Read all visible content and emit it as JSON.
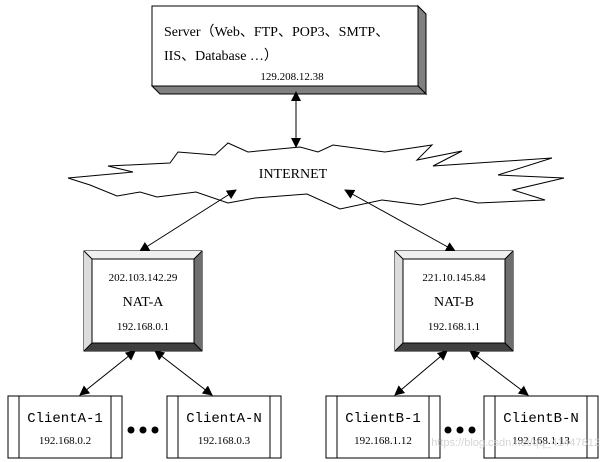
{
  "server": {
    "title_line1": "Server（Web、FTP、POP3、SMTP、",
    "title_line2": "IIS、Database …）",
    "ip": "129.208.12.38"
  },
  "internet": {
    "label": "INTERNET"
  },
  "nat_a": {
    "public_ip": "202.103.142.29",
    "name": "NAT-A",
    "private_ip": "192.168.0.1"
  },
  "nat_b": {
    "public_ip": "221.10.145.84",
    "name": "NAT-B",
    "private_ip": "192.168.1.1"
  },
  "clients": {
    "a1": {
      "name": "ClientA-1",
      "ip": "192.168.0.2"
    },
    "an": {
      "name": "ClientA-N",
      "ip": "192.168.0.3"
    },
    "b1": {
      "name": "ClientB-1",
      "ip": "192.168.1.12"
    },
    "bn": {
      "name": "ClientB-N",
      "ip": "192.168.1.13"
    }
  },
  "watermark": "https://blog.csdn.net/qq_41447812"
}
